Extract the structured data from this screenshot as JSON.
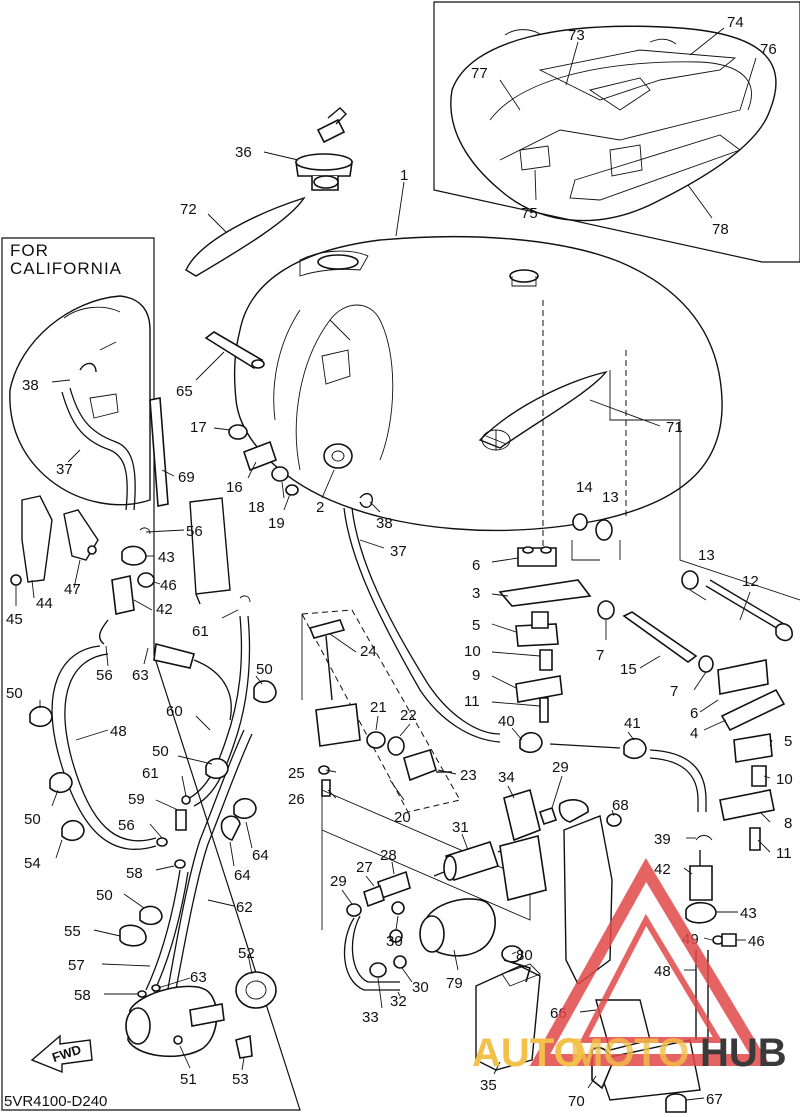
{
  "inset_title": "FOR\nCALIFORNIA",
  "inset_title_lines": [
    "FOR",
    "CALIFORNIA"
  ],
  "diagram_code": "5VR4100-D240",
  "fwd_label": "FWD",
  "watermark": {
    "brand_a": "AUTO",
    "brand_b": "MOTO",
    "brand_c": "HUB",
    "color_red": "#e24848",
    "color_yellow": "#f3c04a",
    "color_dark": "#3a3a3a"
  },
  "callouts": [
    {
      "id": "c74",
      "text": "74"
    },
    {
      "id": "c73",
      "text": "73"
    },
    {
      "id": "c76",
      "text": "76"
    },
    {
      "id": "c77",
      "text": "77"
    },
    {
      "id": "c75",
      "text": "75"
    },
    {
      "id": "c78",
      "text": "78"
    },
    {
      "id": "c36",
      "text": "36"
    },
    {
      "id": "c1",
      "text": "1"
    },
    {
      "id": "c72",
      "text": "72"
    },
    {
      "id": "c65",
      "text": "65"
    },
    {
      "id": "c71",
      "text": "71"
    },
    {
      "id": "c17",
      "text": "17"
    },
    {
      "id": "c16",
      "text": "16"
    },
    {
      "id": "c18",
      "text": "18"
    },
    {
      "id": "c19",
      "text": "19"
    },
    {
      "id": "c2",
      "text": "2"
    },
    {
      "id": "c38b",
      "text": "38"
    },
    {
      "id": "c37b",
      "text": "37"
    },
    {
      "id": "c14",
      "text": "14"
    },
    {
      "id": "c13a",
      "text": "13"
    },
    {
      "id": "c6a",
      "text": "6"
    },
    {
      "id": "c3",
      "text": "3"
    },
    {
      "id": "c5a",
      "text": "5"
    },
    {
      "id": "c10a",
      "text": "10"
    },
    {
      "id": "c9",
      "text": "9"
    },
    {
      "id": "c11a",
      "text": "11"
    },
    {
      "id": "c7a",
      "text": "7"
    },
    {
      "id": "c15",
      "text": "15"
    },
    {
      "id": "c13b",
      "text": "13"
    },
    {
      "id": "c12",
      "text": "12"
    },
    {
      "id": "c7b",
      "text": "7"
    },
    {
      "id": "c6b",
      "text": "6"
    },
    {
      "id": "c4",
      "text": "4"
    },
    {
      "id": "c5b",
      "text": "5"
    },
    {
      "id": "c10b",
      "text": "10"
    },
    {
      "id": "c8",
      "text": "8"
    },
    {
      "id": "c11b",
      "text": "11"
    },
    {
      "id": "c24",
      "text": "24"
    },
    {
      "id": "c21",
      "text": "21"
    },
    {
      "id": "c22",
      "text": "22"
    },
    {
      "id": "c25",
      "text": "25"
    },
    {
      "id": "c26",
      "text": "26"
    },
    {
      "id": "c23",
      "text": "23"
    },
    {
      "id": "c20",
      "text": "20"
    },
    {
      "id": "c40",
      "text": "40"
    },
    {
      "id": "c41",
      "text": "41"
    },
    {
      "id": "c34",
      "text": "34"
    },
    {
      "id": "c29a",
      "text": "29"
    },
    {
      "id": "c31",
      "text": "31"
    },
    {
      "id": "c28",
      "text": "28"
    },
    {
      "id": "c27",
      "text": "27"
    },
    {
      "id": "c29b",
      "text": "29"
    },
    {
      "id": "c30a",
      "text": "30"
    },
    {
      "id": "c30b",
      "text": "30"
    },
    {
      "id": "c80",
      "text": "80"
    },
    {
      "id": "c79",
      "text": "79"
    },
    {
      "id": "c33",
      "text": "33"
    },
    {
      "id": "c32",
      "text": "32"
    },
    {
      "id": "c35",
      "text": "35"
    },
    {
      "id": "c68",
      "text": "68"
    },
    {
      "id": "c39",
      "text": "39"
    },
    {
      "id": "c42b",
      "text": "42"
    },
    {
      "id": "c43b",
      "text": "43"
    },
    {
      "id": "c49",
      "text": "49"
    },
    {
      "id": "c46b",
      "text": "46"
    },
    {
      "id": "c48b",
      "text": "48"
    },
    {
      "id": "c66",
      "text": "66"
    },
    {
      "id": "c70",
      "text": "70"
    },
    {
      "id": "c67",
      "text": "67"
    },
    {
      "id": "c38a",
      "text": "38"
    },
    {
      "id": "c37a",
      "text": "37"
    },
    {
      "id": "c69",
      "text": "69"
    },
    {
      "id": "c44",
      "text": "44"
    },
    {
      "id": "c47",
      "text": "47"
    },
    {
      "id": "c45",
      "text": "45"
    },
    {
      "id": "c56a",
      "text": "56"
    },
    {
      "id": "c43a",
      "text": "43"
    },
    {
      "id": "c46a",
      "text": "46"
    },
    {
      "id": "c42a",
      "text": "42"
    },
    {
      "id": "c56b",
      "text": "56"
    },
    {
      "id": "c63a",
      "text": "63"
    },
    {
      "id": "c61a",
      "text": "61"
    },
    {
      "id": "c50a",
      "text": "50"
    },
    {
      "id": "c50b",
      "text": "50"
    },
    {
      "id": "c48a",
      "text": "48"
    },
    {
      "id": "c60",
      "text": "60"
    },
    {
      "id": "c50c",
      "text": "50"
    },
    {
      "id": "c61b",
      "text": "61"
    },
    {
      "id": "c59",
      "text": "59"
    },
    {
      "id": "c56c",
      "text": "56"
    },
    {
      "id": "c50d",
      "text": "50"
    },
    {
      "id": "c54",
      "text": "54"
    },
    {
      "id": "c64a",
      "text": "64"
    },
    {
      "id": "c58a",
      "text": "58"
    },
    {
      "id": "c64b",
      "text": "64"
    },
    {
      "id": "c50e",
      "text": "50"
    },
    {
      "id": "c62",
      "text": "62"
    },
    {
      "id": "c55",
      "text": "55"
    },
    {
      "id": "c57",
      "text": "57"
    },
    {
      "id": "c52",
      "text": "52"
    },
    {
      "id": "c58b",
      "text": "58"
    },
    {
      "id": "c63b",
      "text": "63"
    },
    {
      "id": "c51",
      "text": "51"
    },
    {
      "id": "c53",
      "text": "53"
    }
  ]
}
